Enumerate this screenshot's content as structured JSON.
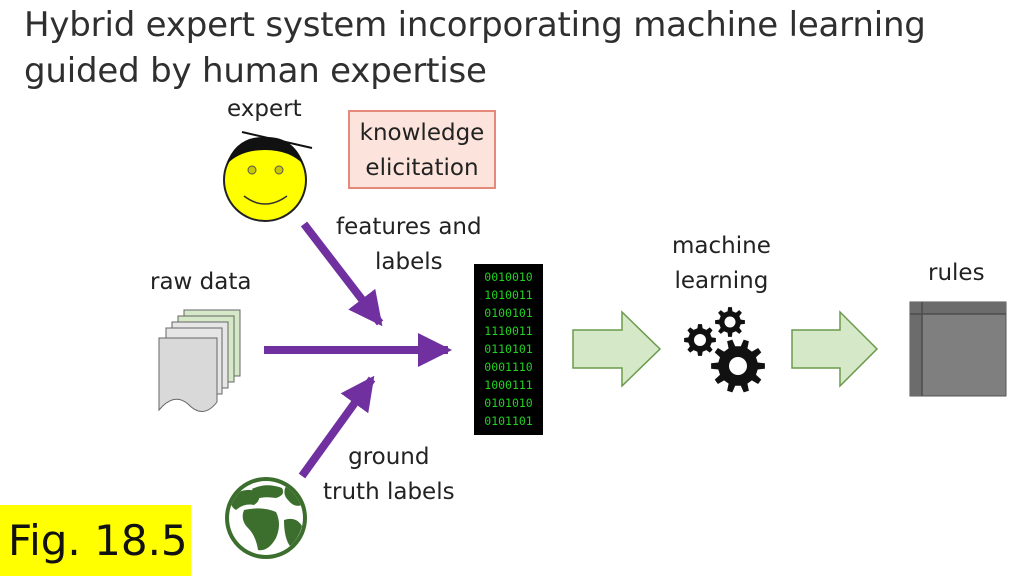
{
  "title_line1": "Hybrid expert system incorporating machine learning",
  "title_line2": "guided by human expertise",
  "labels": {
    "expert": "expert",
    "knowledge_elicitation": [
      "knowledge",
      "elicitation"
    ],
    "features_and_labels": [
      "features and",
      "labels"
    ],
    "raw_data": "raw data",
    "ground_truth_labels": [
      "ground",
      "truth labels"
    ],
    "machine_learning": [
      "machine",
      "learning"
    ],
    "rules": "rules"
  },
  "binary_rows": [
    "0010010",
    "1010011",
    "0100101",
    "1110011",
    "0110101",
    "0001110",
    "1000111",
    "0101010",
    "0101101"
  ],
  "figure_label": "Fig. 18.5",
  "colors": {
    "arrow_purple": "#7030a0",
    "block_arrow_fill": "#d5e8c7",
    "block_arrow_stroke": "#6a9a4c",
    "face_yellow": "#ffff00",
    "binary_green": "#22d022",
    "badge_yellow": "#ffff00",
    "ke_box_fill": "#fce4dc",
    "ke_box_stroke": "#e58a7a",
    "rules_gray": "#7f7f7f"
  },
  "icons": [
    "expert-face-icon",
    "documents-icon",
    "globe-icon",
    "gears-icon",
    "rules-table-icon"
  ]
}
